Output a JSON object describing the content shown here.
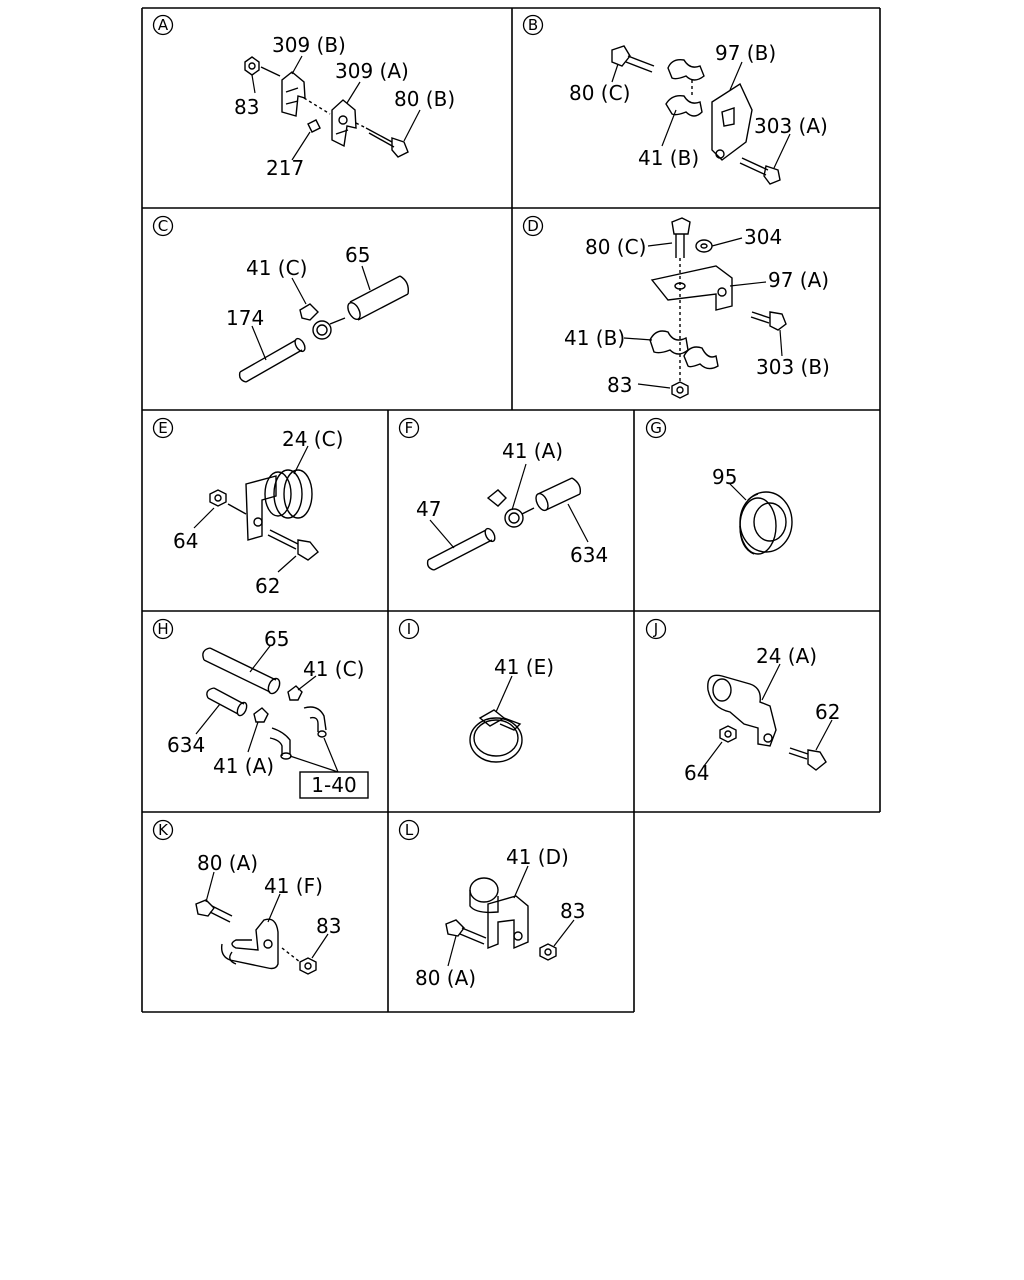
{
  "panels": [
    {
      "letter": "A",
      "labels": [
        "309 (B)",
        "309 (A)",
        "83",
        "80 (B)",
        "217"
      ]
    },
    {
      "letter": "B",
      "labels": [
        "97 (B)",
        "80 (C)",
        "303 (A)",
        "41 (B)"
      ]
    },
    {
      "letter": "C",
      "labels": [
        "65",
        "41 (C)",
        "174"
      ]
    },
    {
      "letter": "D",
      "labels": [
        "80 (C)",
        "304",
        "97 (A)",
        "41 (B)",
        "303 (B)",
        "83"
      ]
    },
    {
      "letter": "E",
      "labels": [
        "24 (C)",
        "64",
        "62"
      ]
    },
    {
      "letter": "F",
      "labels": [
        "41 (A)",
        "47",
        "634"
      ]
    },
    {
      "letter": "G",
      "labels": [
        "95"
      ]
    },
    {
      "letter": "H",
      "labels": [
        "65",
        "41 (C)",
        "634",
        "41 (A)"
      ],
      "ref_box": "1-40"
    },
    {
      "letter": "I",
      "labels": [
        "41 (E)"
      ]
    },
    {
      "letter": "J",
      "labels": [
        "24 (A)",
        "62",
        "64"
      ]
    },
    {
      "letter": "K",
      "labels": [
        "80 (A)",
        "41 (F)",
        "83"
      ]
    },
    {
      "letter": "L",
      "labels": [
        "41 (D)",
        "83",
        "80 (A)"
      ]
    }
  ]
}
